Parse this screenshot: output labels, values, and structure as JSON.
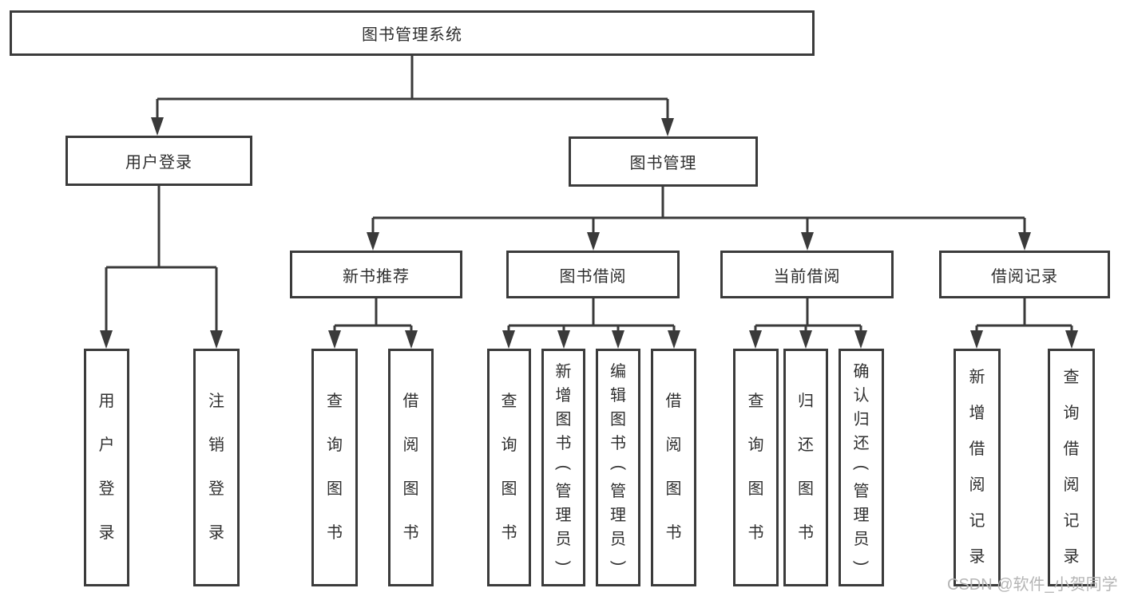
{
  "diagram": {
    "nodes": {
      "root": {
        "label": "图书管理系统"
      },
      "user_login": {
        "label": "用户登录"
      },
      "book_mgmt": {
        "label": "图书管理"
      },
      "new_book_rec": {
        "label": "新书推荐"
      },
      "book_borrow": {
        "label": "图书借阅"
      },
      "current_borrow": {
        "label": "当前借阅"
      },
      "borrow_record": {
        "label": "借阅记录"
      },
      "leaf_user_login": {
        "label": "用户登录"
      },
      "leaf_logout": {
        "label": "注销登录"
      },
      "leaf_query_book_1": {
        "label": "查询图书"
      },
      "leaf_borrow_book_1": {
        "label": "借阅图书"
      },
      "leaf_query_book_2": {
        "label": "查询图书"
      },
      "leaf_add_book": {
        "label": "新增图书（管理员）"
      },
      "leaf_edit_book": {
        "label": "编辑图书（管理员）"
      },
      "leaf_borrow_book_2": {
        "label": "借阅图书"
      },
      "leaf_query_book_3": {
        "label": "查询图书"
      },
      "leaf_return_book": {
        "label": "归还图书"
      },
      "leaf_confirm_return": {
        "label": "确认归还（管理员）"
      },
      "leaf_add_record": {
        "label": "新增借阅记录"
      },
      "leaf_query_record": {
        "label": "查询借阅记录"
      }
    },
    "colors": {
      "line": "#3a3a3a",
      "text": "#2f2f2f",
      "box_background": "#ffffff",
      "watermark": "#b5b5b5"
    },
    "watermark": "CSDN @软件_小贺同学"
  }
}
